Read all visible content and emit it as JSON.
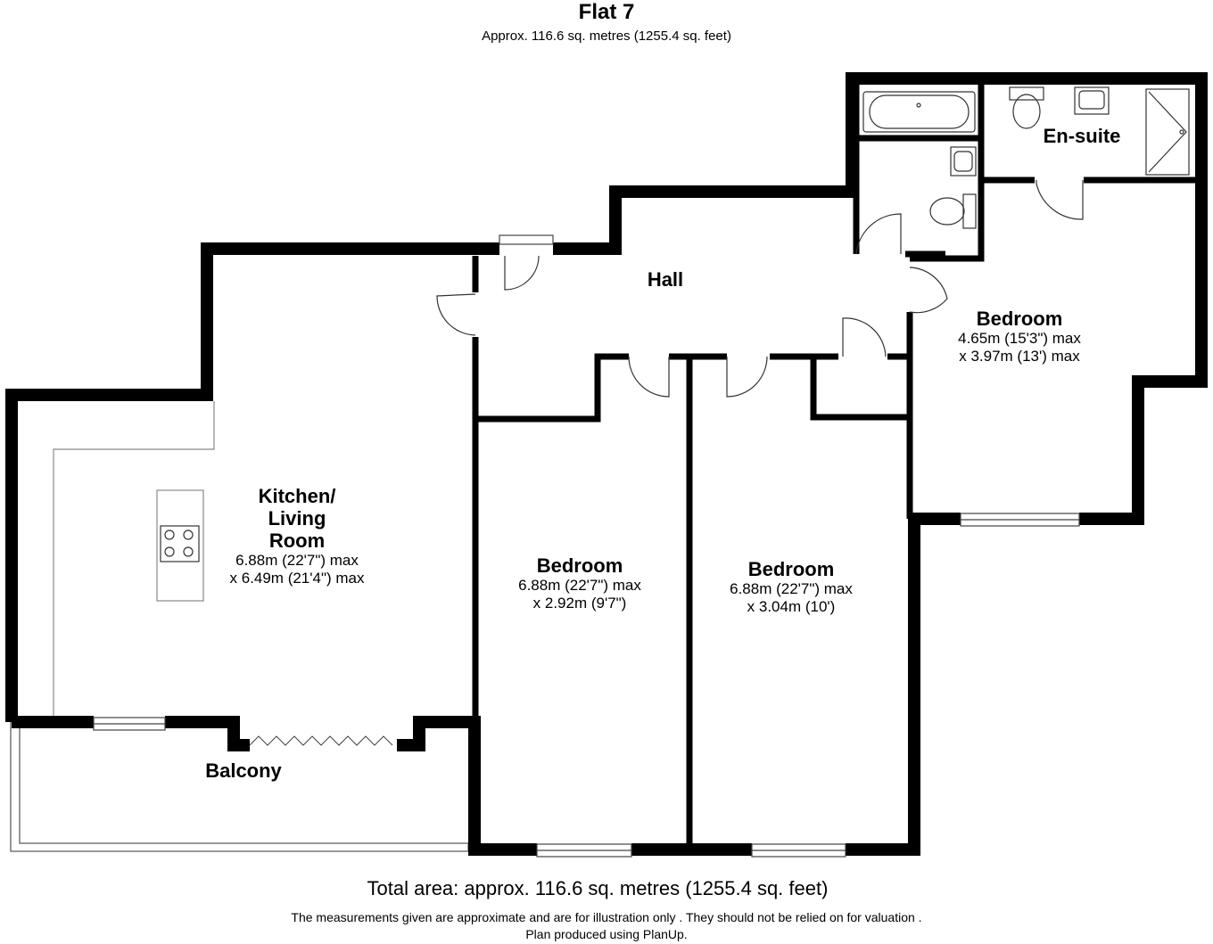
{
  "header": {
    "title": "Flat 7",
    "subtitle": "Approx. 116.6 sq. metres (1255.4 sq. feet)"
  },
  "rooms": {
    "kitchen": {
      "name_line1": "Kitchen/",
      "name_line2": "Living",
      "name_line3": "Room",
      "dim1": "6.88m (22'7\") max",
      "dim2": "x 6.49m (21'4\") max"
    },
    "bedroom_left": {
      "name": "Bedroom",
      "dim1": "6.88m (22'7\") max",
      "dim2": "x 2.92m (9'7\")"
    },
    "bedroom_middle": {
      "name": "Bedroom",
      "dim1": "6.88m (22'7\") max",
      "dim2": "x 3.04m (10')"
    },
    "bedroom_right": {
      "name": "Bedroom",
      "dim1": "4.65m (15'3\") max",
      "dim2": "x 3.97m (13') max"
    },
    "hall": {
      "name": "Hall"
    },
    "ensuite": {
      "name": "En-suite"
    },
    "balcony": {
      "name": "Balcony"
    }
  },
  "footer": {
    "total": "Total area: approx. 116.6 sq. metres (1255.4 sq. feet)",
    "disclaimer": "The measurements given are approximate and are for illustration only . They should not be relied on for valuation  .",
    "credit": "Plan produced using PlanUp."
  }
}
